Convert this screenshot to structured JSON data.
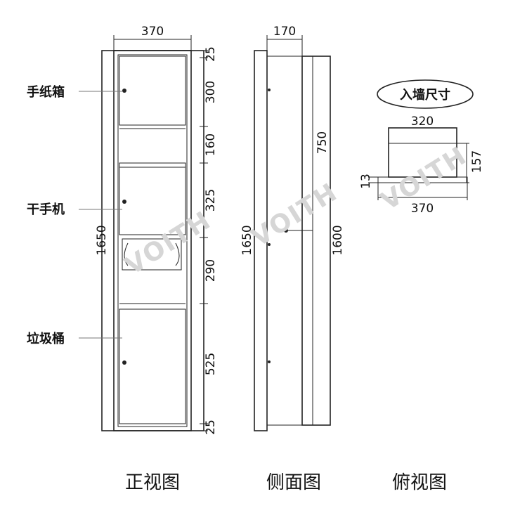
{
  "watermark": "VOITH",
  "front_view": {
    "caption": "正视图",
    "width_dim": "370",
    "height_dim": "1650",
    "sections": [
      "25",
      "300",
      "160",
      "325",
      "290",
      "525",
      "25"
    ],
    "labels": {
      "paper_box": "手纸箱",
      "hand_dryer": "干手机",
      "trash_bin": "垃圾桶"
    }
  },
  "side_view": {
    "caption": "侧面图",
    "depth_dim": "170",
    "height_outer": "1650",
    "height_inner": "1600",
    "outlet_height": "750"
  },
  "top_view": {
    "caption": "俯视图",
    "title": "入墙尺寸",
    "inner_width": "320",
    "outer_width": "370",
    "depth": "157",
    "flange": "13"
  },
  "colors": {
    "line": "#222222",
    "watermark": "#d6d6d6"
  }
}
